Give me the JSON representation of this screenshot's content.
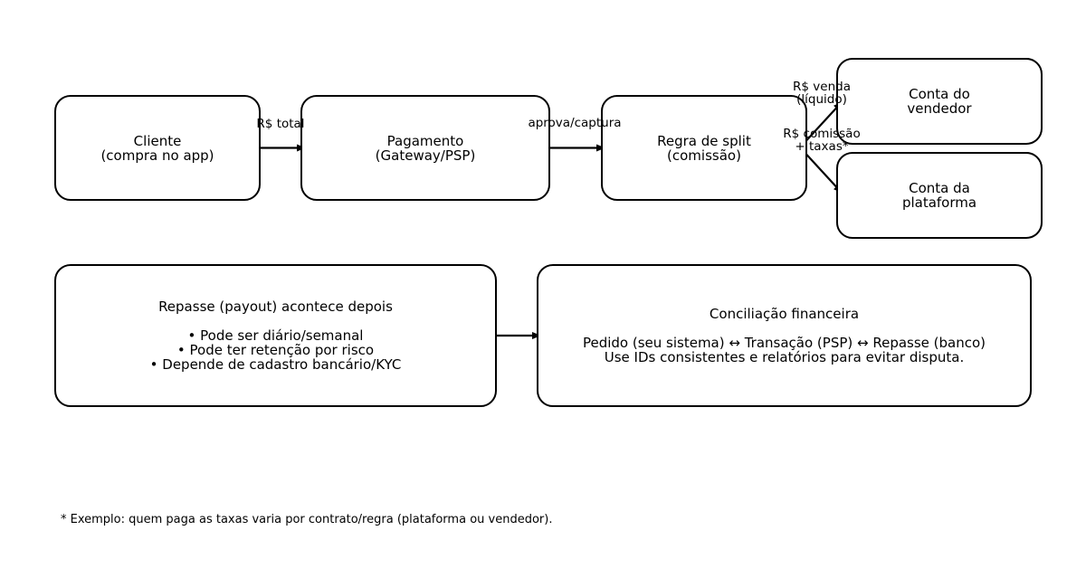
{
  "nodes": {
    "cliente": {
      "line1": "Cliente",
      "line2": "(compra no app)"
    },
    "pagamento": {
      "line1": "Pagamento",
      "line2": "(Gateway/PSP)"
    },
    "regra_split": {
      "line1": "Regra de split",
      "line2": "(comissão)"
    },
    "conta_vendedor": {
      "line1": "Conta do",
      "line2": "vendedor"
    },
    "conta_plataforma": {
      "line1": "Conta da",
      "line2": "plataforma"
    },
    "repasse": {
      "title": "Repasse (payout) acontece depois",
      "bullets": [
        "• Pode ser diário/semanal",
        "• Pode ter retenção por risco",
        "• Depende de cadastro bancário/KYC"
      ]
    },
    "conciliacao": {
      "title": "Conciliação financeira",
      "lines": [
        "Pedido (seu sistema) ↔ Transação (PSP) ↔ Repasse (banco)",
        "Use IDs consistentes e relatórios para evitar disputa."
      ]
    }
  },
  "edges": {
    "cliente_pagamento": "R$ total",
    "pagamento_split": "aprova/captura",
    "split_vendedor": {
      "line1": "R$ venda",
      "line2": "(líquido)"
    },
    "split_plataforma": {
      "line1": "R$ comissão",
      "line2": "+ taxas*"
    }
  },
  "footnote": "* Exemplo: quem paga as taxas varia por contrato/regra (plataforma ou vendedor)."
}
